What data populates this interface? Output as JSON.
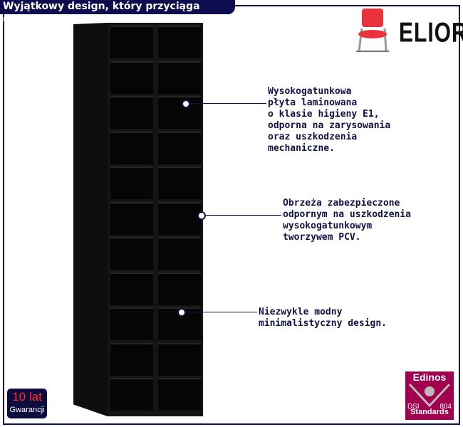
{
  "header": {
    "title": "Wyjątkowy design, który przyciąga uwagę"
  },
  "brand": {
    "name": "ELIOR"
  },
  "annotations": [
    {
      "lines": [
        "Wysokogatunkowa",
        "płyta laminowana",
        "o klasie higieny E1,",
        "odporna na zarysowania",
        "oraz uszkodzenia",
        "mechaniczne."
      ]
    },
    {
      "lines": [
        "Obrzeża zabezpieczone",
        "odpornym na uszkodzenia",
        "wysokogatunkowym",
        "tworzywem PCV."
      ]
    },
    {
      "lines": [
        "Niezwykle modny",
        "minimalistyczny design."
      ]
    }
  ],
  "warranty": {
    "years": "10 lat",
    "label": "Gwarancji"
  },
  "certificate": {
    "name": "Edinos",
    "left": "DSI",
    "right": "804",
    "label": "Standards"
  },
  "colors": {
    "navy": "#0c0c4e",
    "badge": "#a0004d",
    "chair": "#e8323c"
  }
}
